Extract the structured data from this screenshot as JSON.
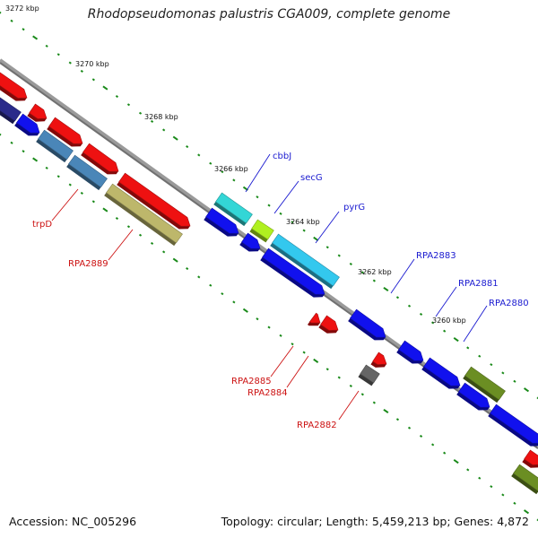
{
  "title": "Rhodopseudomonas palustris CGA009, complete genome",
  "footer": {
    "accession": "Accession: NC_005296",
    "topology": "Topology: circular; Length: 5,459,213 bp; Genes: 4,872"
  },
  "ticks": [
    {
      "label": "3272 kbp"
    },
    {
      "label": "3270 kbp"
    },
    {
      "label": "3268 kbp"
    },
    {
      "label": "3266 kbp"
    },
    {
      "label": "3264 kbp"
    },
    {
      "label": "3262 kbp"
    },
    {
      "label": "3260 kbp"
    }
  ],
  "gene_labels": {
    "cbbJ": "cbbJ",
    "secG": "secG",
    "pyrG": "pyrG",
    "RPA2883": "RPA2883",
    "RPA2881": "RPA2881",
    "RPA2880": "RPA2880",
    "trpD": "trpD",
    "RPA2889": "RPA2889",
    "RPA2885": "RPA2885",
    "RPA2884": "RPA2884",
    "RPA2882": "RPA2882"
  },
  "colors": {
    "red": "#ee1111",
    "blue": "#1111ee",
    "steel": "#4a86b8",
    "khaki": "#bdb76b",
    "navy": "#2a2a8a",
    "cyan": "#33d6d6",
    "lightcyan": "#33c8ee",
    "lime": "#b0f020",
    "olive": "#6b8e23",
    "gray": "#666666",
    "tick": "#1a8a1a",
    "axis": "#808080"
  }
}
